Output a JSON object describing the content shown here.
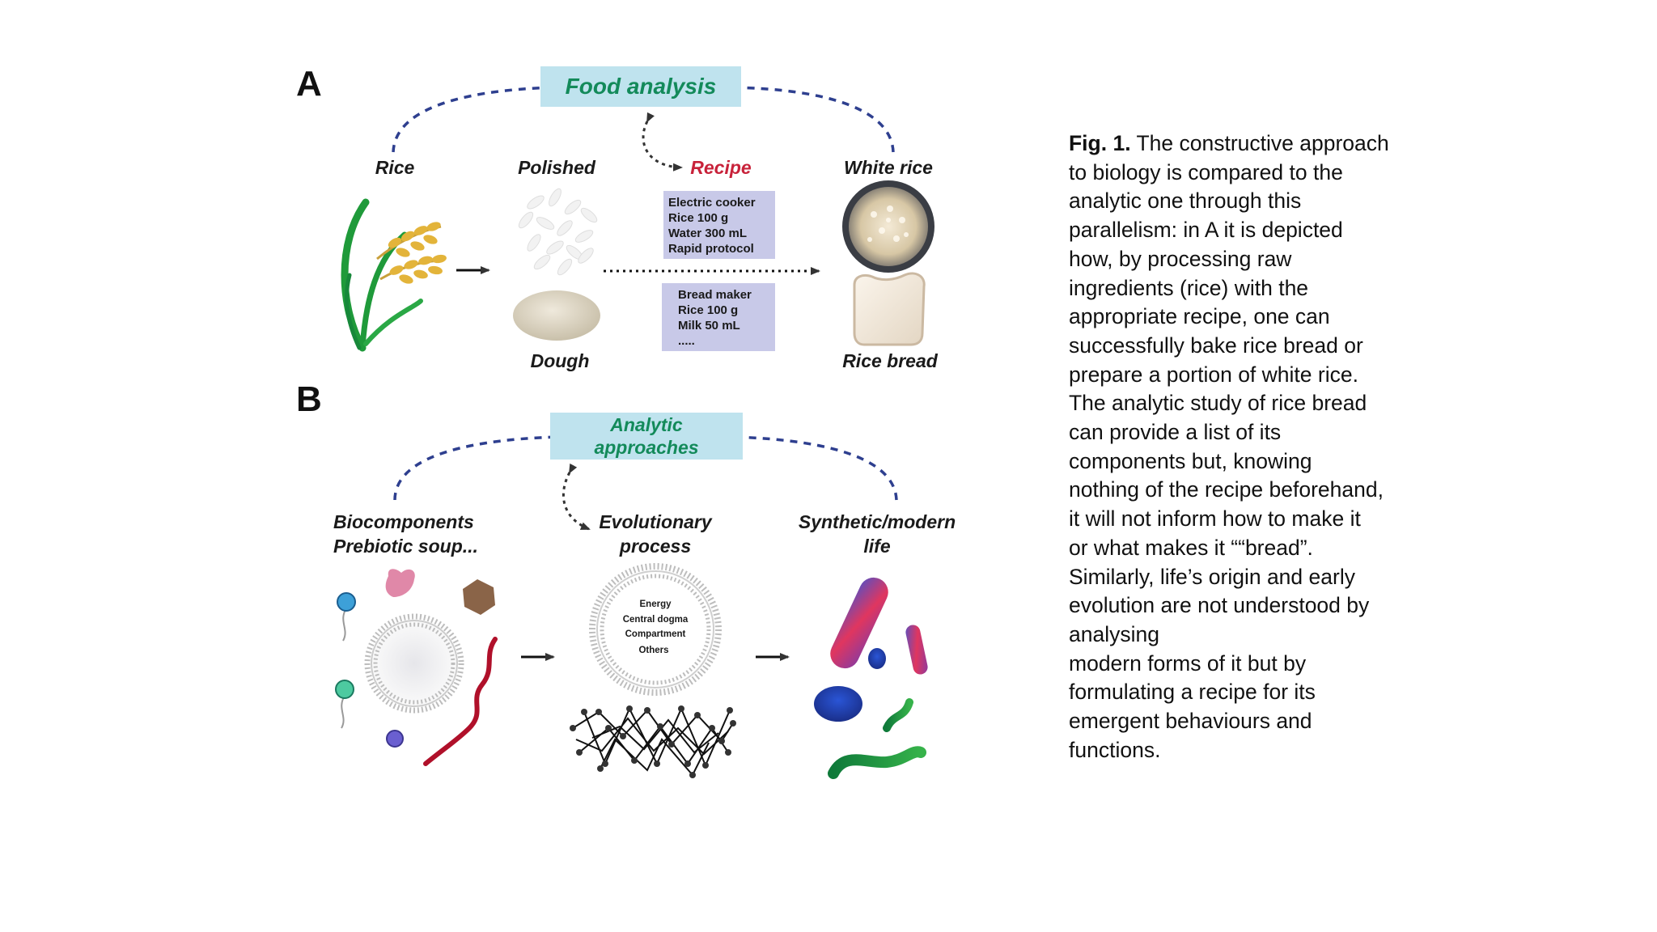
{
  "panel_a": {
    "letter": "A",
    "hub": "Food analysis",
    "labels": {
      "rice": "Rice",
      "polished": "Polished",
      "recipe": "Recipe",
      "white_rice": "White rice",
      "dough": "Dough",
      "rice_bread": "Rice bread"
    },
    "recipe_box_1": [
      "Electric cooker",
      "Rice 100 g",
      "Water 300 mL",
      "Rapid protocol"
    ],
    "recipe_box_2": [
      "Bread maker",
      "Rice 100 g",
      "Milk 50 mL",
      "....."
    ]
  },
  "panel_b": {
    "letter": "B",
    "hub": [
      "Analytic",
      "approaches"
    ],
    "labels": {
      "biocomponents": [
        "Biocomponents",
        "Prebiotic soup..."
      ],
      "evolutionary": [
        "Evolutionary",
        "process"
      ],
      "synthetic": [
        "Synthetic/modern",
        "life"
      ]
    },
    "cell_text": [
      "Energy",
      "Central dogma",
      "Compartment",
      "Others"
    ]
  },
  "caption": {
    "label": "Fig. 1.",
    "first_line": " The constructive approach",
    "lines": [
      "to biology is compared to the",
      "analytic one through this",
      "parallelism: in A it is depicted",
      "how, by processing raw",
      "ingredients (rice) with the",
      "appropriate recipe, one can",
      "successfully bake rice bread or",
      "prepare a portion of white rice.",
      "The analytic study of rice bread",
      "can provide a list of its",
      "components but, knowing",
      "nothing of the recipe beforehand,",
      "it will not inform how to make it",
      "or what makes it ““bread”.",
      "Similarly, life’s origin and early",
      "evolution are not understood by",
      "analysing",
      "modern forms of it but by",
      "formulating a recipe for its",
      "emergent behaviours and",
      "functions."
    ]
  },
  "colors": {
    "hub_fill": "#bfe3ee",
    "hub_text": "#138a5a",
    "arc": "#2e3f8f",
    "recipe_title": "#c8223a",
    "recipe_box": "#c8c9e8"
  }
}
